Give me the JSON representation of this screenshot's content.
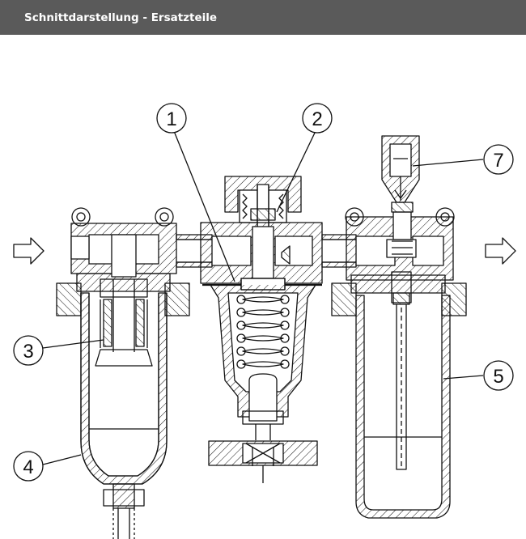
{
  "header": {
    "title": "Schnittdarstellung - Ersatzteile"
  },
  "callouts": [
    {
      "id": "1",
      "label": "1"
    },
    {
      "id": "2",
      "label": "2"
    },
    {
      "id": "3",
      "label": "3"
    },
    {
      "id": "4",
      "label": "4"
    },
    {
      "id": "5",
      "label": "5"
    },
    {
      "id": "7",
      "label": "7"
    }
  ],
  "colors": {
    "header_bg": "#5a5a5a",
    "header_text": "#ffffff",
    "line": "#111111"
  }
}
